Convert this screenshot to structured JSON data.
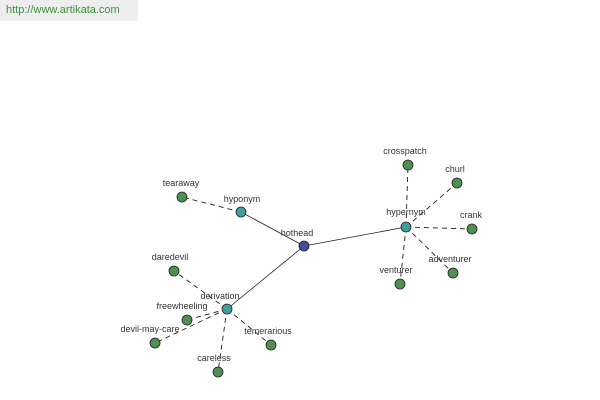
{
  "header": {
    "url": "http://www.artikata.com"
  },
  "colors": {
    "center": "#3f4f9f",
    "relation": "#3f9f9f",
    "leaf": "#4f8f4f",
    "stroke": "#222222"
  },
  "graph": {
    "center": {
      "label": "hothead"
    },
    "relations": [
      {
        "label": "hyponym",
        "leaves": [
          "tearaway"
        ]
      },
      {
        "label": "hypernym",
        "leaves": [
          "crosspatch",
          "churl",
          "crank",
          "adventurer",
          "venturer"
        ]
      },
      {
        "label": "derivation",
        "leaves": [
          "daredevil",
          "freewheeling",
          "devil-may-care",
          "careless",
          "temerarious"
        ]
      }
    ]
  }
}
